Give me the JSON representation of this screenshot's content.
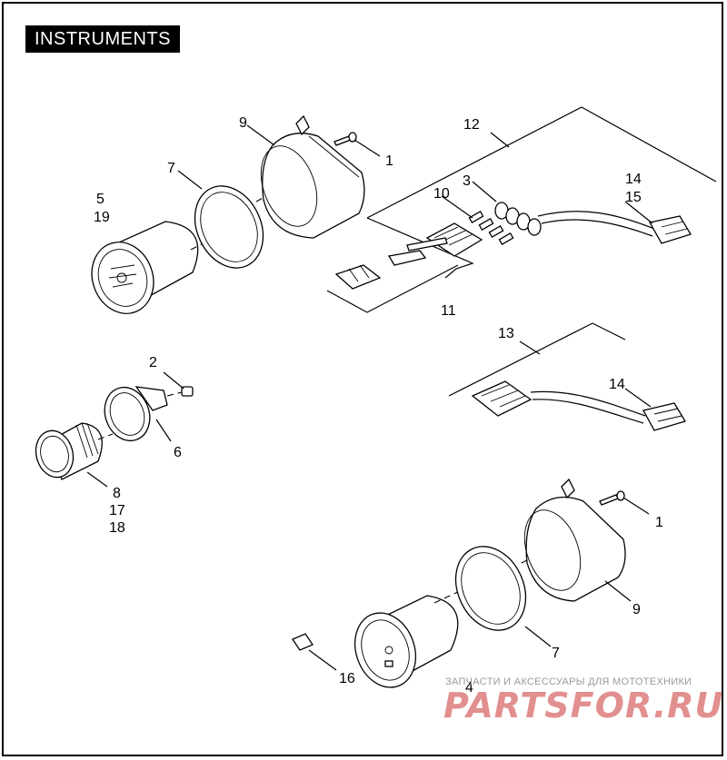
{
  "title": "INSTRUMENTS",
  "callouts": {
    "c1a": "1",
    "c1b": "1",
    "c2": "2",
    "c3": "3",
    "c4": "4",
    "c5": "5",
    "c6": "6",
    "c7a": "7",
    "c7b": "7",
    "c8": "8",
    "c9a": "9",
    "c9b": "9",
    "c10": "10",
    "c11": "11",
    "c12": "12",
    "c13": "13",
    "c14a": "14",
    "c14b": "14",
    "c15": "15",
    "c16": "16",
    "c17": "17",
    "c18": "18",
    "c19": "19"
  },
  "watermark": {
    "tagline": "ЗАПЧАСТИ И АКСЕССУАРЫ ДЛЯ МОТОТЕХНИКИ",
    "brand": "PARTSFOR.RU",
    "color": "#d96a6a"
  }
}
